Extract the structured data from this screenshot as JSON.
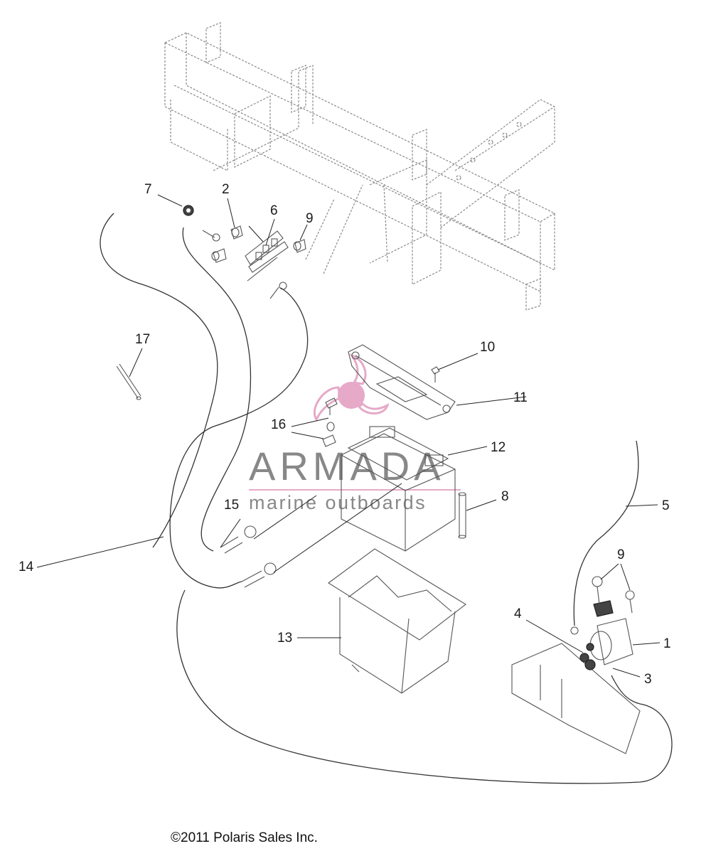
{
  "callouts": {
    "c1": "1",
    "c2": "2",
    "c3": "3",
    "c4": "4",
    "c5": "5",
    "c6": "6",
    "c7": "7",
    "c8": "8",
    "c9a": "9",
    "c9b": "9",
    "c10": "10",
    "c11": "11",
    "c12": "12",
    "c13": "13",
    "c14": "14",
    "c15": "15",
    "c16": "16",
    "c17": "17"
  },
  "watermark": {
    "brand": "ARMADA",
    "tagline": "marine outboards",
    "color": "#e6a9c8"
  },
  "footer": {
    "copyright": "©2011 Polaris Sales Inc."
  }
}
